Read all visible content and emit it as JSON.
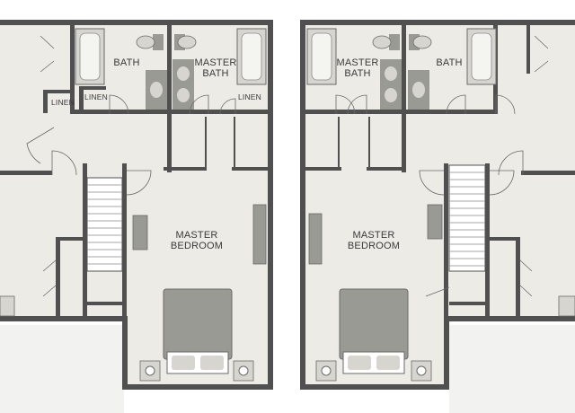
{
  "colors": {
    "floor": "#ecebe6",
    "wall": "#505050",
    "fixture": "#9a9a94",
    "fixture_light": "#d6d5cf",
    "outside": "#f4f4f2"
  },
  "labels": {
    "left_bath": "BATH",
    "left_master_bath_line1": "MASTER",
    "left_master_bath_line2": "BATH",
    "left_linen_1": "LINEN",
    "left_linen_2": "LINEN",
    "left_linen_3": "LINEN",
    "left_master_bedroom_line1": "MASTER",
    "left_master_bedroom_line2": "BEDROOM",
    "right_master_bath_line1": "MASTER",
    "right_master_bath_line2": "BATH",
    "right_bath": "BATH",
    "right_master_bedroom_line1": "MASTER",
    "right_master_bedroom_line2": "BEDROOM"
  }
}
